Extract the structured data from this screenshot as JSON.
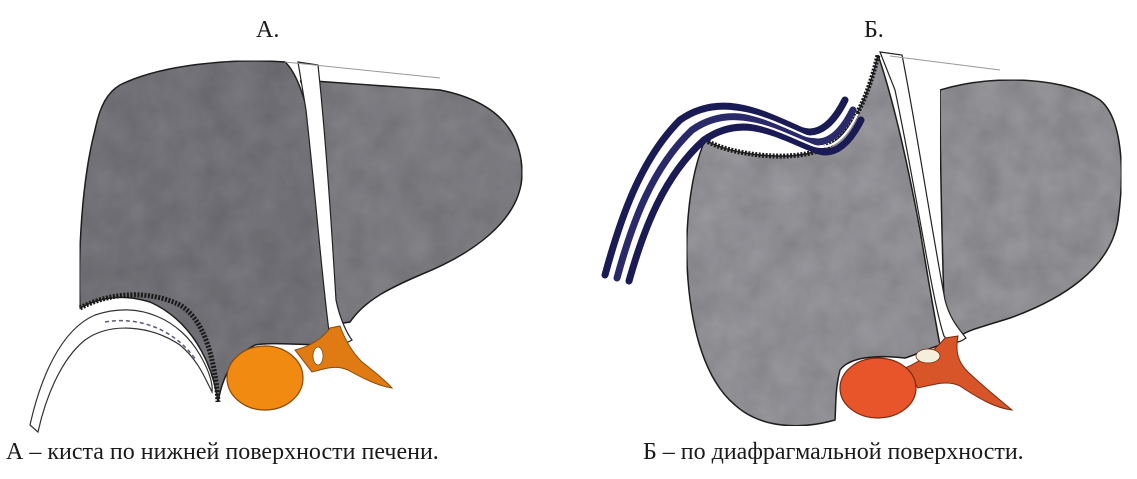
{
  "panels": {
    "left": {
      "label": "А.",
      "caption": "А – киста по нижней поверхности печени."
    },
    "right": {
      "label": "Б.",
      "caption": "Б – по диафрагмальной поверхности."
    }
  },
  "colors": {
    "liver_left": "#7b7b80",
    "liver_right": "#9a9a9e",
    "cyst_border": "#2a2a2a",
    "gallbladder_left": "#f08a10",
    "gallbladder_right": "#e8552a",
    "vessels": "#1a1a55",
    "outline": "#222222"
  }
}
